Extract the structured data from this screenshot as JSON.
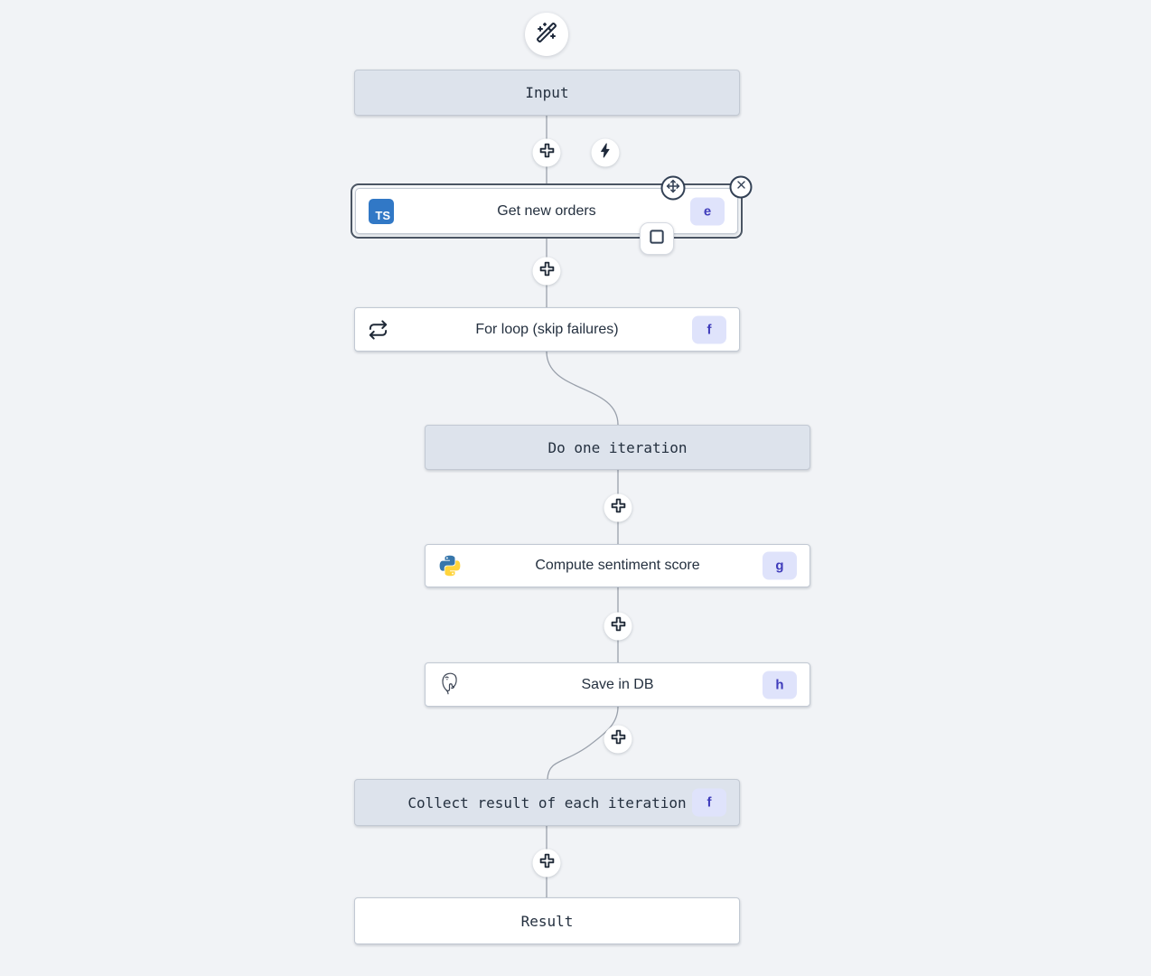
{
  "workflow": {
    "trigger": {
      "icon": "wand-sparkles-icon"
    },
    "nodes": [
      {
        "id": "input",
        "label": "Input",
        "kind": "virtual"
      },
      {
        "id": "get-new-orders",
        "label": "Get new orders",
        "badge": "e",
        "language": "typescript",
        "language_icon_label": "TS",
        "selected": true
      },
      {
        "id": "for-loop",
        "label": "For loop (skip failures)",
        "badge": "f",
        "kind": "forloop"
      },
      {
        "id": "do-one-iteration",
        "label": "Do one iteration",
        "kind": "virtual"
      },
      {
        "id": "compute-sentiment-score",
        "label": "Compute sentiment score",
        "badge": "g",
        "language": "python"
      },
      {
        "id": "save-in-db",
        "label": "Save in DB",
        "badge": "h",
        "language": "postgresql"
      },
      {
        "id": "collect-result",
        "label": "Collect result of each iteration",
        "badge": "f",
        "kind": "virtual"
      },
      {
        "id": "result",
        "label": "Result",
        "kind": "virtual"
      }
    ],
    "selected_node_controls": [
      "move",
      "delete",
      "select-box"
    ],
    "colors": {
      "canvas_background": "#f1f3f6",
      "virtual_node_background": "#dde3ec",
      "badge_background": "#dfe3fb",
      "badge_text": "#3f3cbb",
      "selected_border": "#4b5563",
      "edge": "#99a0ab",
      "typescript_blue": "#3178c6",
      "python_blue": "#3776ab",
      "python_yellow": "#ffd43b"
    }
  }
}
